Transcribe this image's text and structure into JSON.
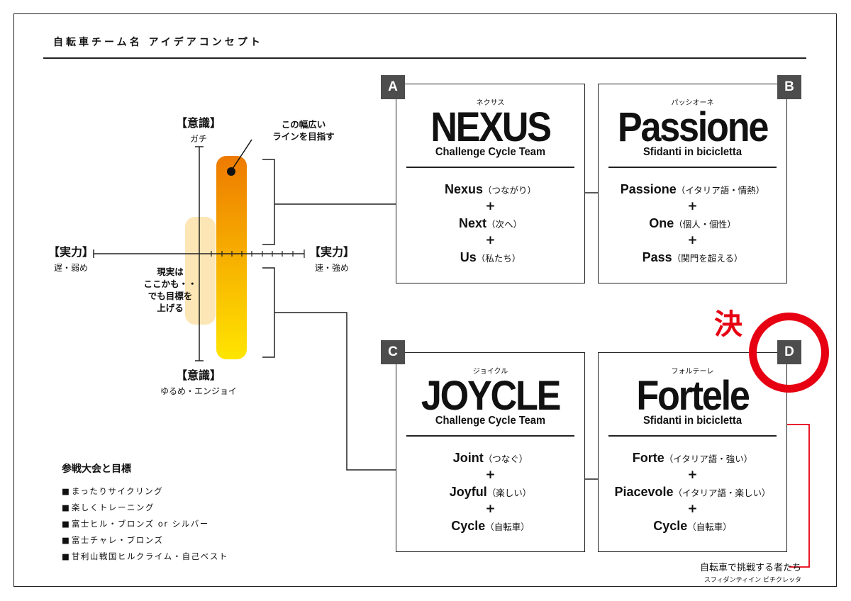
{
  "title": "自転車チーム名 アイデアコンセプト",
  "axis": {
    "top": {
      "bracket": "【意識】",
      "label": "ガチ"
    },
    "bottom": {
      "bracket": "【意識】",
      "label": "ゆるめ・エンジョイ"
    },
    "left": {
      "bracket": "【実力】",
      "label": "遅・弱め"
    },
    "right": {
      "bracket": "【実力】",
      "label": "速・強め"
    }
  },
  "notes": {
    "target": [
      "この幅広い",
      "ラインを目指す"
    ],
    "current": [
      "現実は",
      "ここかも・・",
      "でも目標を",
      "上げる"
    ]
  },
  "colors": {
    "accent_red": "#e60012",
    "orange_top": "#ee7a00",
    "yellow_bottom": "#ffe500",
    "light_bar": "#fde6b5",
    "badge": "#4d4d4d"
  },
  "cards": [
    {
      "letter": "A",
      "ruby": "ネクサス",
      "name": "NEXUS",
      "sub": "Challenge Cycle Team",
      "items": [
        {
          "word": "Nexus",
          "meaning": "（つながり）"
        },
        {
          "word": "Next",
          "meaning": "（次へ）"
        },
        {
          "word": "Us",
          "meaning": "（私たち）"
        }
      ]
    },
    {
      "letter": "B",
      "ruby": "パッシオーネ",
      "name": "Passione",
      "sub": "Sfidanti in bicicletta",
      "items": [
        {
          "word": "Passione",
          "meaning": "（イタリア語・情熱）"
        },
        {
          "word": "One",
          "meaning": "（個人・個性）"
        },
        {
          "word": "Pass",
          "meaning": "（関門を超える）"
        }
      ]
    },
    {
      "letter": "C",
      "ruby": "ジョイクル",
      "name": "JOYCLE",
      "sub": "Challenge Cycle Team",
      "items": [
        {
          "word": "Joint",
          "meaning": "（つなぐ）"
        },
        {
          "word": "Joyful",
          "meaning": "（楽しい）"
        },
        {
          "word": "Cycle",
          "meaning": "（自転車）"
        }
      ]
    },
    {
      "letter": "D",
      "ruby": "フォルテーレ",
      "name": "Fortele",
      "sub": "Sfidanti in bicicletta",
      "items": [
        {
          "word": "Forte",
          "meaning": "（イタリア語・強い）"
        },
        {
          "word": "Piacevole",
          "meaning": "（イタリア語・楽しい）"
        },
        {
          "word": "Cycle",
          "meaning": "（自転車）"
        }
      ]
    }
  ],
  "plus": "+",
  "decision": "決",
  "caption": {
    "line1": "自転車で挑戦する者たち",
    "line2": "スフィダンティイン ビチクレッタ"
  },
  "goals": {
    "heading": "参戦大会と目標",
    "items": [
      "まったりサイクリング",
      "楽しくトレーニング",
      "富士ヒル・ブロンズ or シルバー",
      "富士チャレ・ブロンズ",
      "甘利山戦国ヒルクライム・自己ベスト"
    ]
  }
}
